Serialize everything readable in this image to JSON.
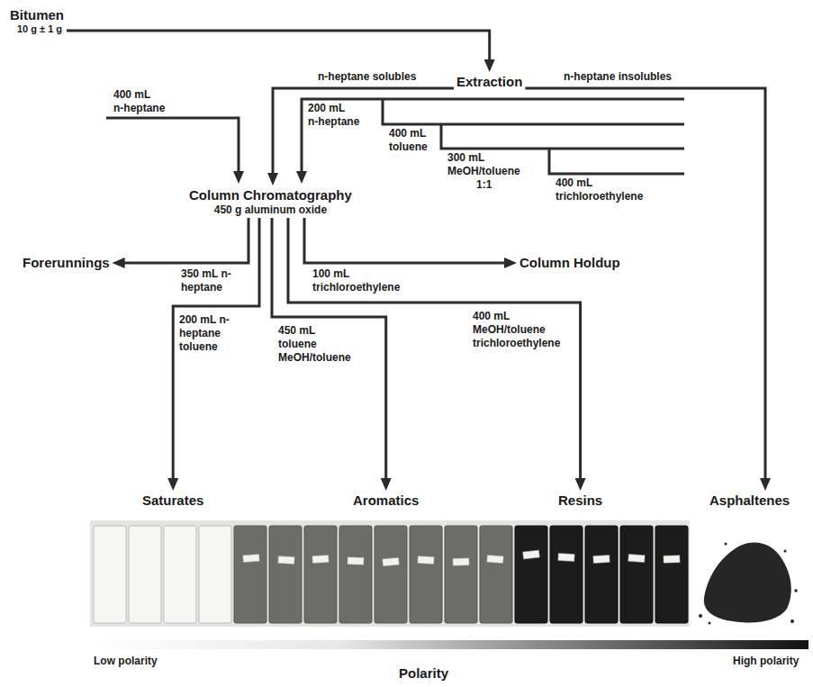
{
  "diagram": {
    "nodes": [
      {
        "text": [
          "Bitumen",
          "10 g ± 1 g"
        ]
      },
      {
        "text": [
          "Extraction"
        ]
      },
      {
        "text": [
          "Column Chromatography",
          "450 g aluminum oxide"
        ]
      },
      {
        "text": [
          "Forerunnings"
        ]
      },
      {
        "text": [
          "Column Holdup"
        ]
      },
      {
        "text": [
          "Saturates"
        ]
      },
      {
        "text": [
          "Aromatics"
        ]
      },
      {
        "text": [
          "Resins"
        ]
      },
      {
        "text": [
          "Asphaltenes"
        ]
      }
    ],
    "edges": [
      {
        "from": 0,
        "to": 1,
        "arrow": "to"
      },
      {
        "from": 1,
        "to": 2,
        "label": "n-heptane solubles",
        "arrow": "to"
      },
      {
        "from": 1,
        "to": 8,
        "label": "n-heptane insolubles",
        "arrow": "to"
      },
      {
        "from": 2,
        "to": 3,
        "label": "350 mL n-heptane",
        "arrow": "to"
      },
      {
        "from": 2,
        "to": 4,
        "label": "100 mL trichloroethylene",
        "arrow": "to"
      },
      {
        "from": 2,
        "to": 5,
        "label": "200 mL n-heptane toluene",
        "arrow": "to"
      },
      {
        "from": 2,
        "to": 6,
        "label": "450 mL toluene MeOH/toluene",
        "arrow": "to"
      },
      {
        "from": 2,
        "to": 7,
        "label": "400 mL MeOH/toluene trichloroethylene",
        "arrow": "to"
      }
    ],
    "labels": [
      "400 mL",
      "n-heptane",
      "200 mL",
      "n-heptane",
      "400 mL",
      "toluene",
      "300 mL",
      "MeOH/toluene",
      "1:1",
      "400 mL",
      "trichloroethylene",
      "Low polarity",
      "Polarity",
      "High polarity"
    ]
  }
}
